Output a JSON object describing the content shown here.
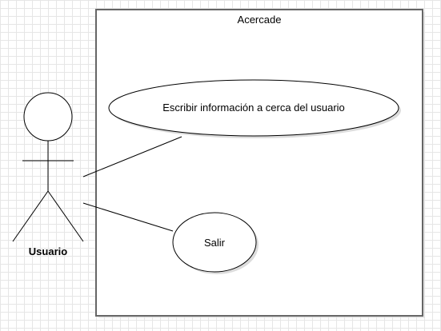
{
  "diagram": {
    "type": "uml-use-case",
    "system_boundary": {
      "label": "Acercade"
    },
    "actor": {
      "label": "Usuario"
    },
    "use_cases": [
      {
        "id": "uc1",
        "label": "Escribir información a cerca del usuario"
      },
      {
        "id": "uc2",
        "label": "Salir"
      }
    ],
    "associations": [
      {
        "from": "actor",
        "to": "uc1"
      },
      {
        "from": "actor",
        "to": "uc2"
      }
    ],
    "colors": {
      "stroke": "#000000",
      "boundary_stroke": "#666666",
      "fill": "#ffffff",
      "shadow": "#dcdcdc",
      "grid": "#e6e6e6"
    }
  }
}
